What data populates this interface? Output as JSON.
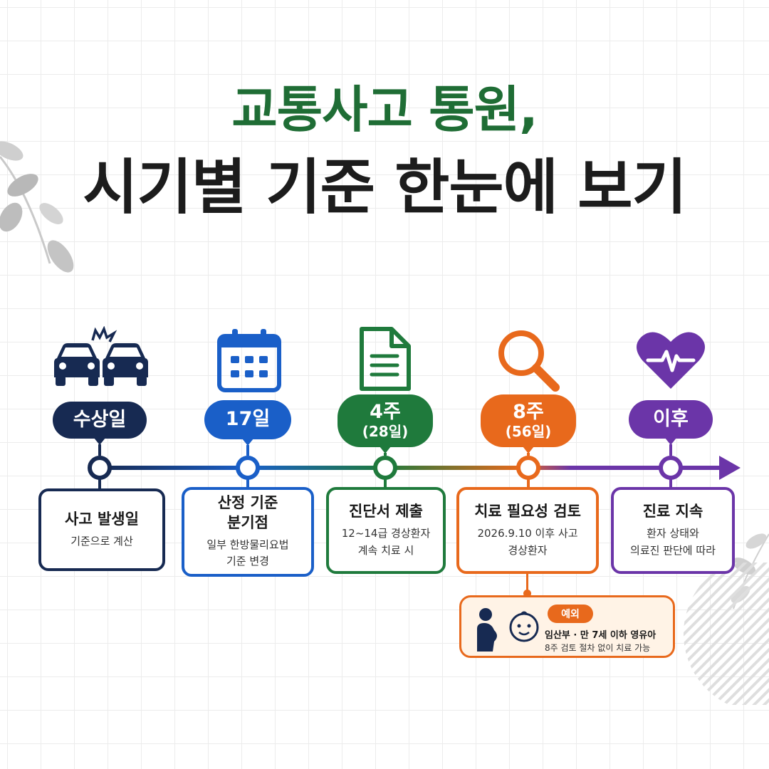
{
  "title": {
    "line1": "교통사고 통원,",
    "line2": "시기별 기준 한눈에 보기"
  },
  "colors": {
    "title_green": "#1f6d35",
    "navy": "#172a52",
    "blue": "#1a5fc8",
    "green": "#1f7a3c",
    "orange": "#e8691c",
    "purple": "#6b35a8"
  },
  "steps": [
    {
      "icon": "car-crash-icon",
      "pill_main": "수상일",
      "pill_sub": "",
      "card_title": "사고 발생일",
      "card_desc": "기준으로 계산",
      "color": "#172a52"
    },
    {
      "icon": "calendar-icon",
      "pill_main": "17일",
      "pill_sub": "",
      "card_title": "산정 기준\n분기점",
      "card_desc": "일부 한방물리요법\n기준 변경",
      "color": "#1a5fc8"
    },
    {
      "icon": "document-icon",
      "pill_main": "4주",
      "pill_sub": "(28일)",
      "card_title": "진단서 제출",
      "card_desc": "12~14급 경상환자\n계속 치료 시",
      "color": "#1f7a3c"
    },
    {
      "icon": "magnifier-icon",
      "pill_main": "8주",
      "pill_sub": "(56일)",
      "card_title": "치료 필요성 검토",
      "card_desc": "2026.9.10 이후 사고\n경상환자",
      "color": "#e8691c"
    },
    {
      "icon": "heartbeat-icon",
      "pill_main": "이후",
      "pill_sub": "",
      "card_title": "진료 지속",
      "card_desc": "환자 상태와\n의료진 판단에 따라",
      "color": "#6b35a8"
    }
  ],
  "exception": {
    "badge": "예외",
    "title": "임산부 · 만 7세 이하 영유아",
    "desc": "8주 검토 절차 없이 치료 가능",
    "icons": [
      "pregnant-woman-icon",
      "baby-face-icon"
    ]
  }
}
